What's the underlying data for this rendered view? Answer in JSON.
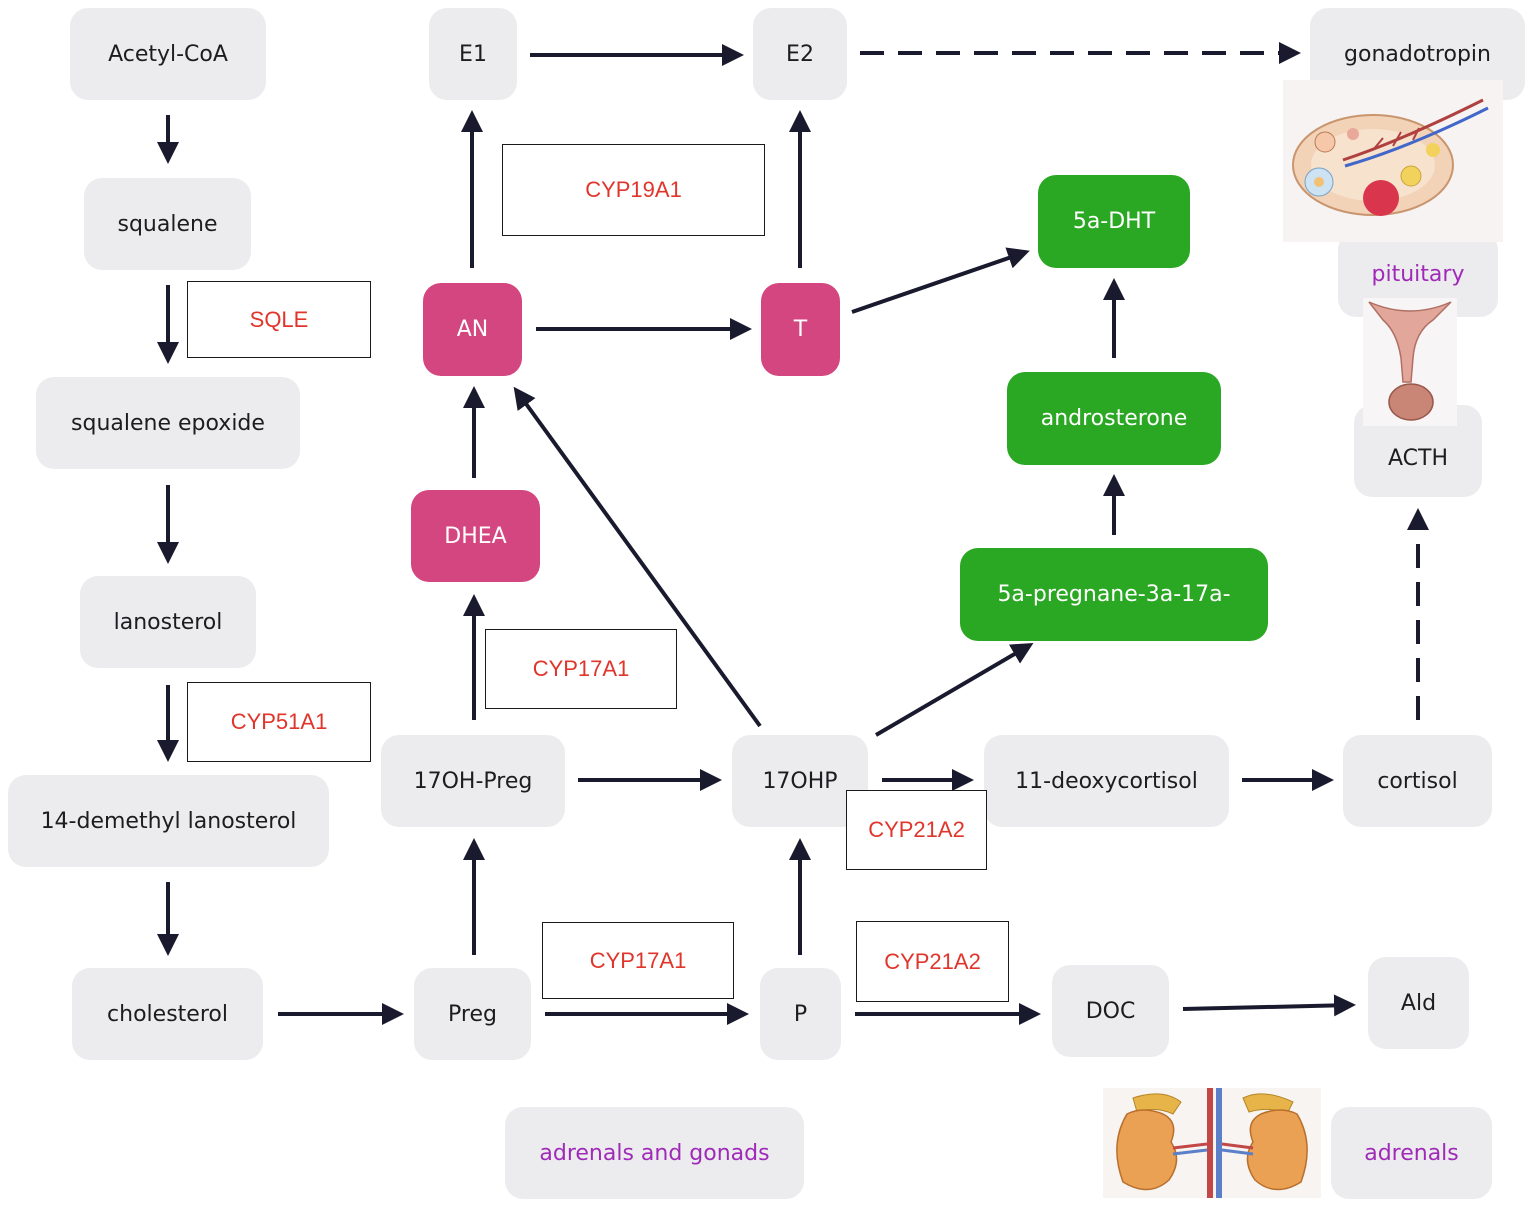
{
  "nodes": {
    "acetyl_coa": "Acetyl-CoA",
    "squalene": "squalene",
    "squalene_epoxide": "squalene epoxide",
    "lanosterol": "lanosterol",
    "demethyl_lanosterol": "14-demethyl lanosterol",
    "cholesterol": "cholesterol",
    "e1": "E1",
    "e2": "E2",
    "gonadotropin": "gonadotropin",
    "pituitary": "pituitary",
    "acth": "ACTH",
    "an": "AN",
    "t": "T",
    "dht": "5a-DHT",
    "androsterone": "androsterone",
    "pregnane": "5a-pregnane-3a-17a-",
    "dhea": "DHEA",
    "oh_preg": "17OH-Preg",
    "ohp": "17OHP",
    "deoxycortisol": "11-deoxycortisol",
    "cortisol": "cortisol",
    "preg": "Preg",
    "p": "P",
    "doc": "DOC",
    "ald": "Ald",
    "adrenals_gonads": "adrenals and gonads",
    "adrenals": "adrenals"
  },
  "enzymes": {
    "sqle": "SQLE",
    "cyp51a1": "CYP51A1",
    "cyp19a1": "CYP19A1",
    "cyp17a1_upper": "CYP17A1",
    "cyp17a1_lower": "CYP17A1",
    "cyp21a2_upper": "CYP21A2",
    "cyp21a2_lower": "CYP21A2"
  },
  "colors": {
    "node_grey": "#ececef",
    "androgen_pink": "#d4467f",
    "dht_pathway_green": "#2ba823",
    "enzyme_red": "#e0352b",
    "tissue_purple": "#a02ab8",
    "arrow": "#1a1a2e"
  },
  "illustrations": [
    "ovary-illustration",
    "pituitary-illustration",
    "kidney-adrenal-illustration"
  ]
}
